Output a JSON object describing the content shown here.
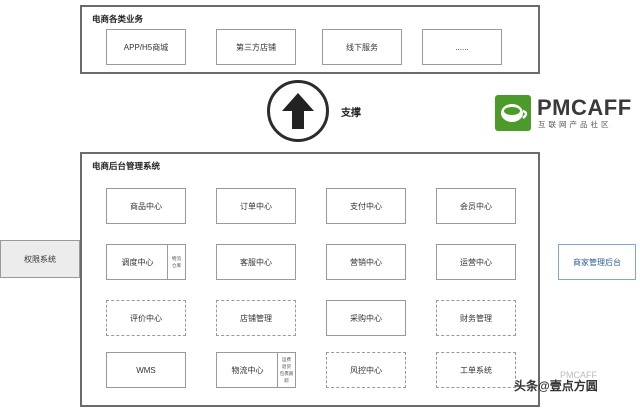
{
  "top_panel": {
    "title": "电商各类业务",
    "boxes": [
      "APP/H5商城",
      "第三方店铺",
      "线下服务",
      "......"
    ]
  },
  "support": {
    "label": "支撑"
  },
  "logo": {
    "name": "PMCAFF",
    "sub": "互联网产品社区"
  },
  "bottom_panel": {
    "title": "电商后台管理系统",
    "rows": [
      [
        "商品中心",
        "订单中心",
        "支付中心",
        "会员中心"
      ],
      [
        "调度中心",
        "客服中心",
        "营销中心",
        "运营中心"
      ],
      [
        "评价中心",
        "店铺管理",
        "采购中心",
        "财务管理"
      ],
      [
        "WMS",
        "物流中心",
        "风控中心",
        "工单系统"
      ]
    ],
    "dispatch_side": [
      "物流",
      "仓库"
    ],
    "logistics_side": [
      "运费",
      "退货",
      "包裹跟踪"
    ]
  },
  "left_box": "权限系统",
  "right_box": "商家管理后台",
  "watermark": "头条@壹点方圆",
  "watermark_faint": "PMCAFF",
  "colors": {
    "panel_border": "#6b6b6b",
    "box_border": "#9a9a9a",
    "right_box_border": "#7fa7d6",
    "right_box_text": "#2e5d9a",
    "logo_green": "#4c9a2a"
  }
}
